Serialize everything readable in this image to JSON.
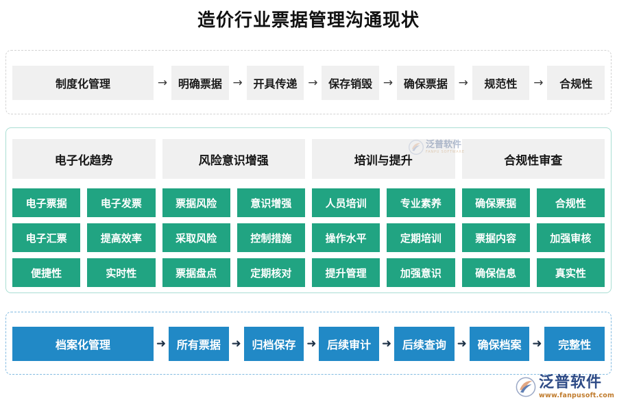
{
  "title": "造价行业票据管理沟通现状",
  "colors": {
    "green": "#21a482",
    "blue": "#2189c6",
    "gray_box": "#f0f0f0",
    "top_border": "#d2d2d2",
    "mid_border": "#a9ded3",
    "bot_border": "#7fb9e0",
    "brand_blue": "#2e4b86",
    "brand_orange": "#c07b2c"
  },
  "top_flow": {
    "lead": "制度化管理",
    "arrow": "→",
    "steps": [
      "明确票据",
      "开具传递",
      "保存销毁",
      "确保票据",
      "规范性",
      "合规性"
    ]
  },
  "middle": {
    "headers": [
      "电子化趋势",
      "风险意识增强",
      "培训与提升",
      "合规性审查"
    ],
    "rows": [
      [
        "电子票据",
        "电子发票",
        "票据风险",
        "意识增强",
        "人员培训",
        "专业素养",
        "确保票据",
        "合规性"
      ],
      [
        "电子汇票",
        "提高效率",
        "采取风险",
        "控制措施",
        "操作水平",
        "定期培训",
        "票据内容",
        "加强审核"
      ],
      [
        "便捷性",
        "实时性",
        "票据盘点",
        "定期核对",
        "提升管理",
        "加强意识",
        "确保信息",
        "真实性"
      ]
    ]
  },
  "bottom_flow": {
    "lead": "档案化管理",
    "arrow": "➜",
    "steps": [
      "所有票据",
      "归档保存",
      "后续审计",
      "后续查询",
      "确保档案",
      "完整性"
    ]
  },
  "watermark": {
    "cn": "泛普软件",
    "en": "FANPU SOFTWARE"
  },
  "brand": {
    "cn": "泛普软件",
    "url": "www.fanpusoft.com"
  }
}
